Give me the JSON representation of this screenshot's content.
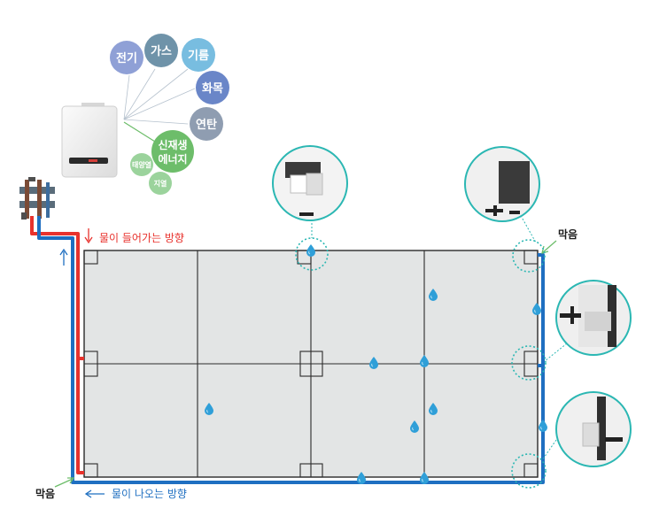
{
  "energy_sources": {
    "electric": "전기",
    "gas": "가스",
    "oil": "기름",
    "wood": "화목",
    "briquette": "연탄",
    "renewable_line1": "신재생",
    "renewable_line2": "에너지",
    "solar": "태양열",
    "geothermal": "지열"
  },
  "labels": {
    "inflow": "물이 들어가는 방향",
    "outflow": "물이 나오는 방향",
    "blocked_top": "막음",
    "blocked_bottom": "막음"
  },
  "colors": {
    "supply": "#e8322d",
    "return": "#1f6fc1",
    "bubble_electric": "#8fa0d6",
    "bubble_gas": "#6f93a9",
    "bubble_oil": "#78bde0",
    "bubble_wood": "#6a86c8",
    "bubble_briquette": "#8f9db1",
    "bubble_renewable": "#6dbd6a",
    "bubble_small": "#9bd39c",
    "callout": "#2bb7b3",
    "droplet": "#2f9fd8"
  }
}
